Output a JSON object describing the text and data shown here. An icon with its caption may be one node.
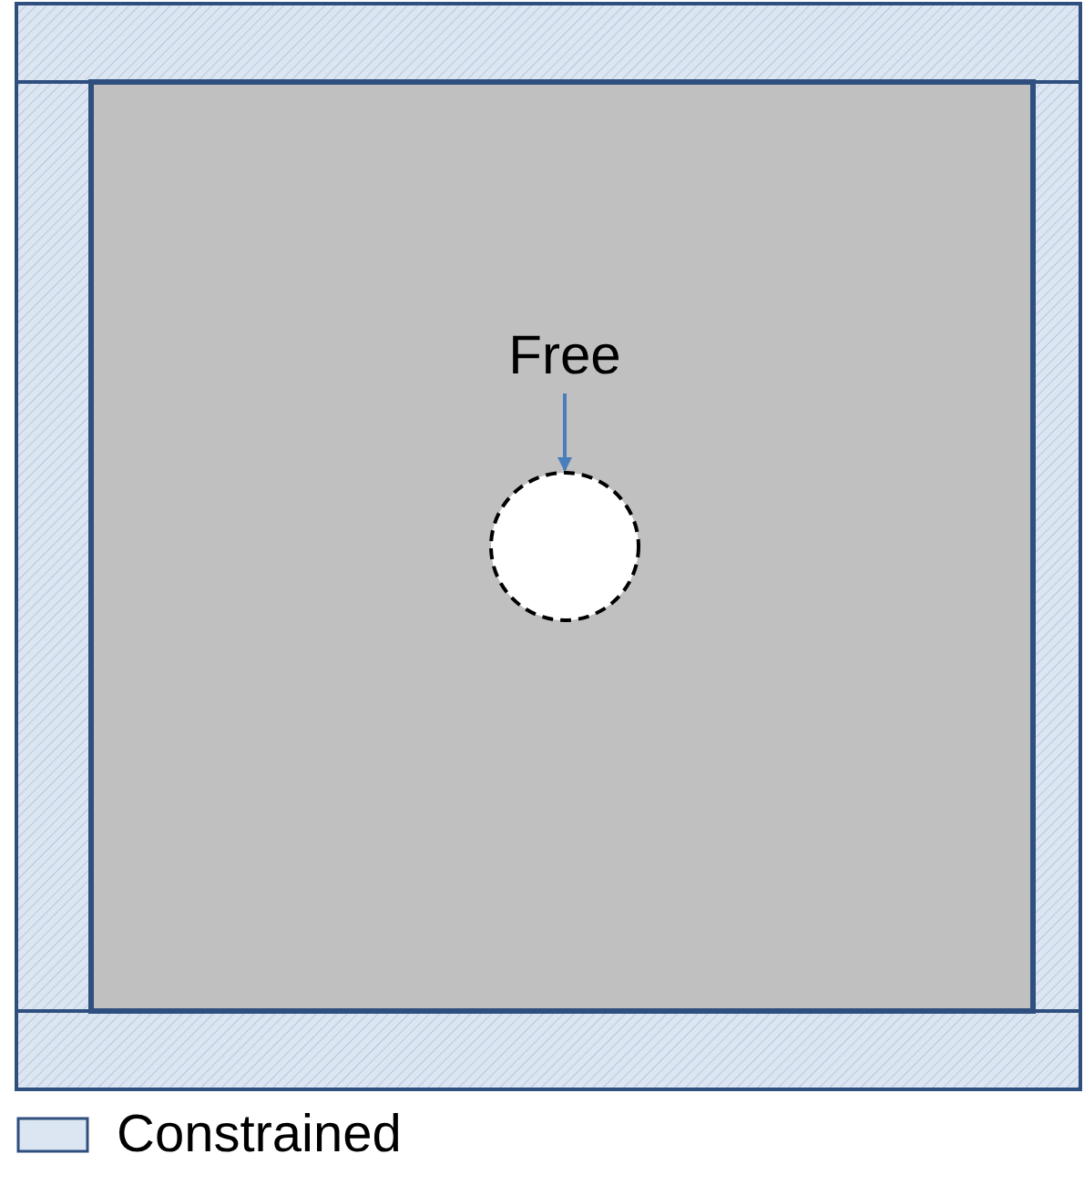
{
  "diagram": {
    "nodes": [
      {
        "text": [
          "Free"
        ]
      },
      {
        "text": [],
        "shape": "circle"
      }
    ],
    "edges": [
      {
        "from": 0,
        "to": 1,
        "arrow": "to"
      }
    ],
    "legend": [
      {
        "text": "Constrained",
        "color": "#dce6f2"
      }
    ]
  }
}
